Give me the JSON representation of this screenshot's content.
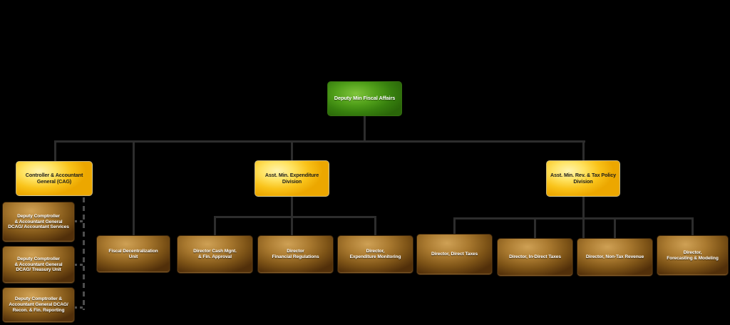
{
  "colors": {
    "background": "#000000",
    "connector_solid": "#2d2d2d",
    "connector_dashed": "#4d4d4d",
    "root_green": "#3f8d12",
    "division_yellow": "#f9c31a",
    "unit_brown": "#8a5e20",
    "root_text": "#ffffff",
    "division_text": "#1b1b1b",
    "unit_text": "#ffffff"
  },
  "org_chart": {
    "root": {
      "label": "Deputy Min Fiscal Affairs"
    },
    "divisions": [
      {
        "label": "Controller & Accountant\nGeneral (CAG)"
      },
      {
        "label": "Asst. Min. Expenditure\nDivision"
      },
      {
        "label": "Asst. Min. Rev. & Tax Policy\nDivision"
      }
    ],
    "cag_units": [
      {
        "label": "Deputy Comptroller\n& Accountant General\nDCAG/ Accountant Services"
      },
      {
        "label": "Deputy Comptroller\n& Accountant General\nDCAG/ Treasury Unit"
      },
      {
        "label": "Deputy Comptroller &\nAccountant General DCAG/\nRecon. & Fin. Reporting"
      }
    ],
    "root_units": [
      {
        "label": "Fiscal Decentralization\nUnit"
      }
    ],
    "expenditure_units": [
      {
        "label": "Director Cash Mgnt.\n& Fin. Approval"
      },
      {
        "label": "Director\nFinancial Regulations"
      },
      {
        "label": "Director,\nExpenditure Monitoring"
      }
    ],
    "rev_tax_units": [
      {
        "label": "Director, Direct Taxes"
      },
      {
        "label": "Director, In-Direct Taxes"
      },
      {
        "label": "Director, Non-Tax Revenue"
      },
      {
        "label": "Director,\nForecasting & Modeling"
      }
    ]
  }
}
